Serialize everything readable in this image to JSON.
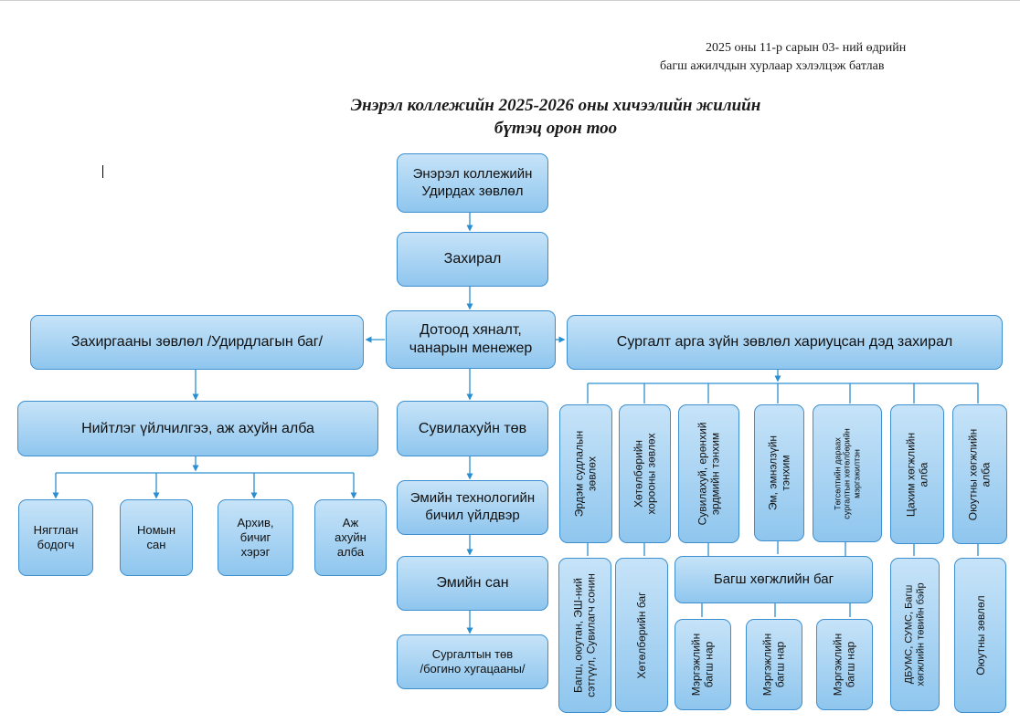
{
  "approval": {
    "line1": "2025 оны 11-р сарын 03- ний өдрийн",
    "line2": "багш ажилчдын хурлаар хэлэлцэж батлав"
  },
  "title": {
    "line1": "Энэрэл коллежийн 2025-2026 оны хичээлийн жилийн",
    "line2": "бүтэц орон тоо"
  },
  "chart": {
    "board": [
      "Энэрэл коллежийн",
      "Удирдах зөвлөл"
    ],
    "director": "Захирал",
    "quality": [
      "Дотоод хяналт,",
      "чанарын менежер"
    ],
    "admin_council": "Захиргааны зөвлөл  /Удирдлагын баг/",
    "general_service": "Нийтлэг үйлчилгээ, аж ахуйн алба",
    "services": [
      [
        "Нягтлан",
        "бодогч"
      ],
      [
        "Номын",
        "сан"
      ],
      [
        "Архив,",
        "бичиг",
        "хэрэг"
      ],
      [
        "Аж",
        "ахуйн",
        "алба"
      ]
    ],
    "nursing_center": "Сувилахуйн төв",
    "pharma_plant": [
      "Эмийн технологийн",
      "бичил үйлдвэр"
    ],
    "pharmacy": "Эмийн сан",
    "training_center": [
      "Сургалтын төв",
      "/богино хугацааны/"
    ],
    "deputy": "Сургалт арга зүйн зөвлөл хариуцсан дэд захирал",
    "units": [
      [
        "Эрдэм судлалын",
        "зөвлөх"
      ],
      [
        "Хөтөлбөрийн",
        "хорооны зөвлөх"
      ],
      [
        "Сувилахуй, ерөнхий",
        "эрдмийн тэнхим"
      ],
      [
        "Эм, эмнэлзүйн",
        "тэнхим"
      ],
      [
        "Төгсөлтийн дараах",
        "сургалтын хөтөлбөрийн",
        "мэргэжилтэн"
      ],
      [
        "Цахим хөгжлийн",
        "алба"
      ],
      [
        "Оюутны хөгжлийн",
        "алба"
      ]
    ],
    "teacher_dev_team": "Багш хөгжлийн баг",
    "lower": {
      "research": [
        "Багш, оюутан, ЭШ-ний",
        "сэтгүүл, Сувилагч сонин"
      ],
      "program_team": "Хөтөлбөрийн баг",
      "specialist_teachers": [
        "Мэргэжлийн",
        "багш нар"
      ],
      "digital": [
        "ДБУМС, СУМС, Багш",
        "хөгжлийн төвийн бэйр"
      ],
      "student_council": "Оюутны зөвлөл"
    }
  }
}
